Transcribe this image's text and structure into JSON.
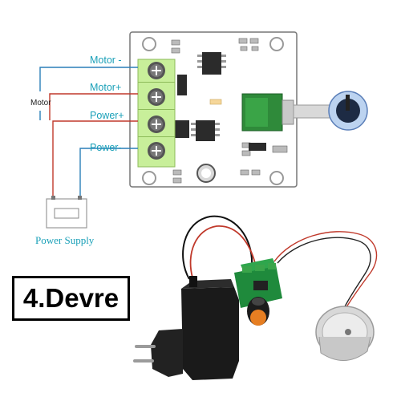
{
  "wiring_diagram": {
    "terminal_labels": [
      "Motor -",
      "Motor+",
      "Power+",
      "Power-"
    ],
    "motor_label": "Motor",
    "power_supply_label": "Power Supply",
    "label_color": "#1aa0b8",
    "wire_red": "#c0392b",
    "wire_blue": "#2a7fb8",
    "terminal_green": "#c8ef9a"
  },
  "photo": {
    "title": "4.Devre"
  }
}
